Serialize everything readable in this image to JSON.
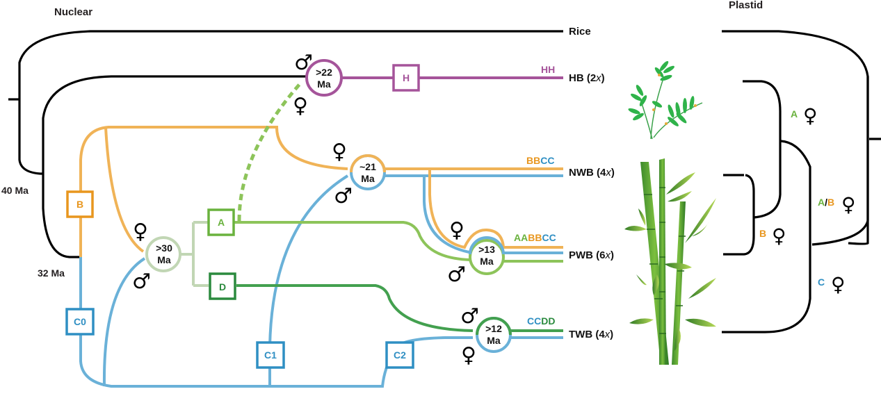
{
  "titles": {
    "nuclear": "Nuclear",
    "plastid": "Plastid"
  },
  "colors": {
    "A": "#8dc45a",
    "A_box": "#6ab23e",
    "B": "#f0b357",
    "B_box": "#e8961e",
    "C": "#6ab1d8",
    "C_box": "#2f8fc3",
    "D": "#43a04f",
    "D_box": "#2b8a3e",
    "H": "#a5549a",
    "ancestor_node": "#c1d6b4",
    "tree": "#000000"
  },
  "taxa": [
    {
      "id": "rice",
      "label": "Rice"
    },
    {
      "id": "hb",
      "label": "HB (2",
      "suffix_italic": "x",
      "close": ")",
      "genome": [
        {
          "t": "HH",
          "c": "H"
        }
      ]
    },
    {
      "id": "nwb",
      "label": "NWB (4",
      "suffix_italic": "x",
      "close": ")",
      "genome": [
        {
          "t": "BB",
          "c": "B"
        },
        {
          "t": "CC",
          "c": "C"
        }
      ]
    },
    {
      "id": "pwb",
      "label": "PWB (6",
      "suffix_italic": "x",
      "close": ")",
      "genome": [
        {
          "t": "AA",
          "c": "A"
        },
        {
          "t": "BB",
          "c": "B"
        },
        {
          "t": "CC",
          "c": "C"
        }
      ]
    },
    {
      "id": "twb",
      "label": "TWB (4",
      "suffix_italic": "x",
      "close": ")",
      "genome": [
        {
          "t": "CC",
          "c": "C"
        },
        {
          "t": "DD",
          "c": "D"
        }
      ]
    }
  ],
  "ages": {
    "root": "40 Ma",
    "bc_split": "32 Ma"
  },
  "nodes": {
    "ancestor": {
      "l1": ">30",
      "l2": "Ma"
    },
    "hb": {
      "l1": ">22",
      "l2": "Ma"
    },
    "nwb": {
      "l1": "~21",
      "l2": "Ma"
    },
    "pwb": {
      "l1": ">13",
      "l2": "Ma"
    },
    "twb": {
      "l1": ">12",
      "l2": "Ma"
    }
  },
  "boxes": {
    "B": "B",
    "C0": "C0",
    "A": "A",
    "D": "D",
    "H": "H",
    "C1": "C1",
    "C2": "C2"
  },
  "symbols": {
    "female": "♀",
    "male": "♂"
  },
  "plastid_labels": [
    {
      "id": "a",
      "parts": [
        {
          "t": "A",
          "c": "A"
        }
      ]
    },
    {
      "id": "ab",
      "parts": [
        {
          "t": "A",
          "c": "A"
        },
        {
          "t": "/",
          "c": "tree"
        },
        {
          "t": "B",
          "c": "B"
        }
      ]
    },
    {
      "id": "b",
      "parts": [
        {
          "t": "B",
          "c": "B"
        }
      ]
    },
    {
      "id": "c",
      "parts": [
        {
          "t": "C",
          "c": "C"
        }
      ]
    }
  ]
}
